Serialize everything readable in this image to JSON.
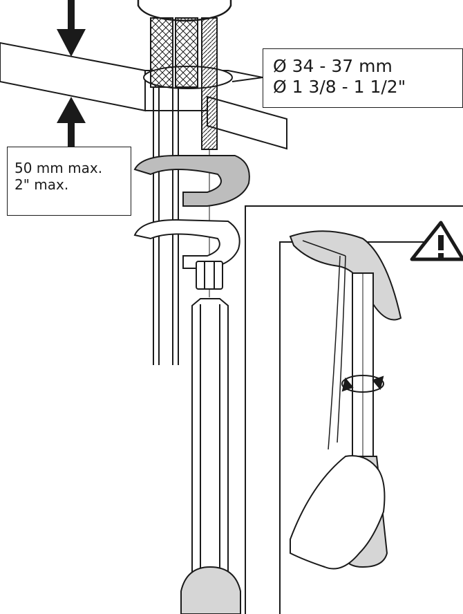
{
  "diameter_label": {
    "metric": "Ø 34 - 37 mm",
    "imperial": "Ø 1 3/8 - 1 1/2\""
  },
  "thickness_label": {
    "metric": "50 mm max.",
    "imperial": "2\" max."
  },
  "icons": {
    "warning": "warning-triangle-icon",
    "rotate": "rotate-arrows-icon",
    "arrow_down": "arrow-down-icon",
    "arrow_up": "arrow-up-icon"
  },
  "colors": {
    "line": "#1a1a1a",
    "part_fill": "#bdbdbd",
    "tool_fill": "#d6d6d6",
    "background": "#ffffff"
  }
}
